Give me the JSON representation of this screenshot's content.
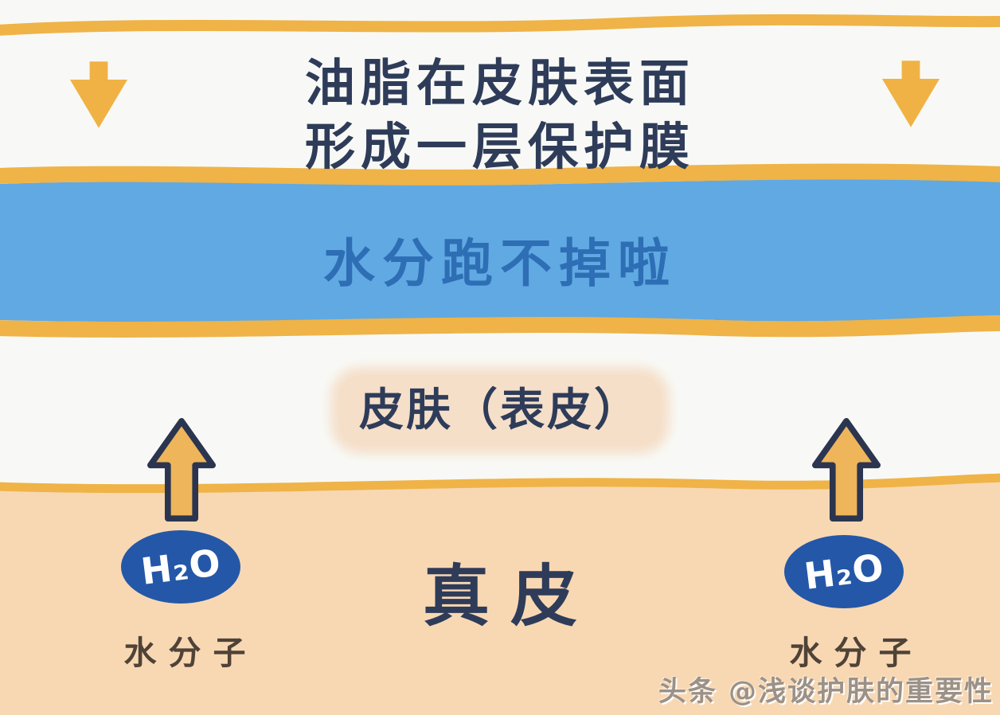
{
  "colors": {
    "bg": "#f8f9f6",
    "gold": "#efb347",
    "blue_band": "#60a9e2",
    "blue_text": "#2e6eb5",
    "navy_text": "#2e3c59",
    "peach": "#f8d8b3",
    "highlight": "#f5dfc9",
    "h2o_fill": "#2457a7",
    "h2o_text": "#ffffff",
    "up_arrow_fill": "#eeb55b",
    "up_arrow_outline": "#2b3550",
    "down_arrow": "#f0b245",
    "molecule_text": "#4f4337",
    "watermark_text": "#9b9187"
  },
  "protective_film": {
    "line1": "油脂在皮肤表面",
    "line2": "形成一层保护膜"
  },
  "moisture_band": {
    "text": "水分跑不掉啦"
  },
  "epidermis": {
    "label": "皮肤（表皮）"
  },
  "dermis": {
    "label": "真皮"
  },
  "water_molecules": {
    "left": {
      "formula": "H₂O",
      "label": "水分子"
    },
    "right": {
      "formula": "H₂O",
      "label": "水分子"
    }
  },
  "watermark": {
    "text": "头条 @浅谈护肤的重要性"
  }
}
